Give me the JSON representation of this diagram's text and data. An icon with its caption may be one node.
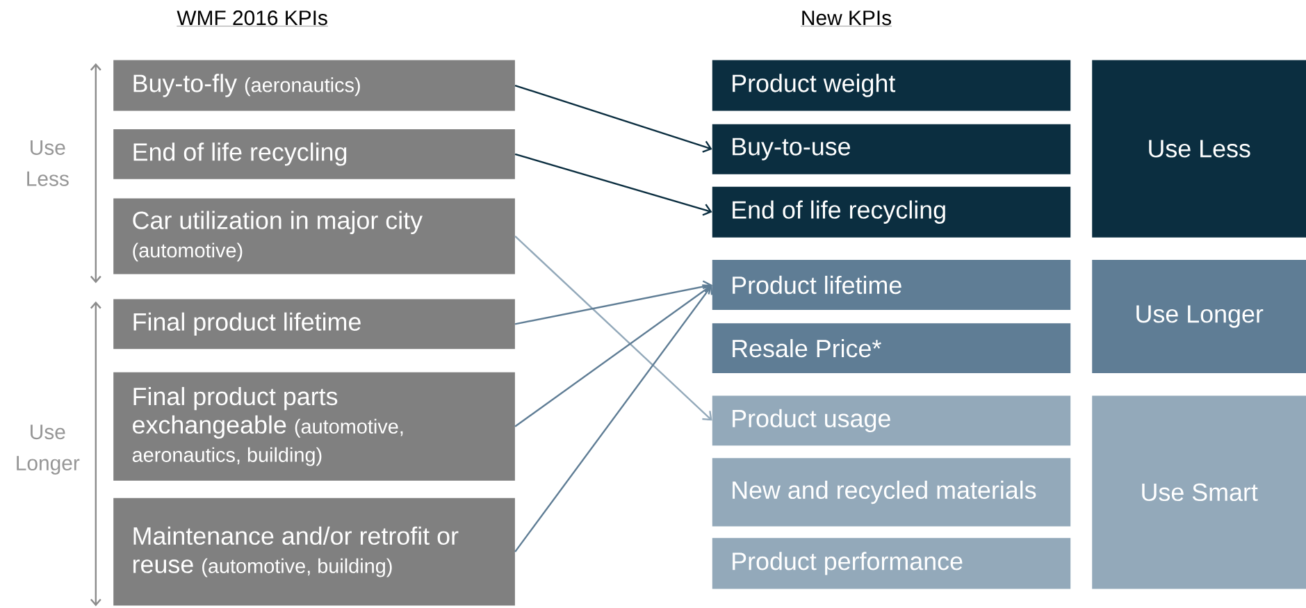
{
  "diagram": {
    "nodes": [
      {
        "text": [
          "Buy-to-fly",
          "(aeronautics)"
        ]
      },
      {
        "text": [
          "End of life recycling"
        ]
      },
      {
        "text": [
          "Car utilization in major city",
          "(automotive)"
        ]
      },
      {
        "text": [
          "Final product lifetime"
        ]
      },
      {
        "text": [
          "Final product parts exchangeable",
          "(automotive, aeronautics, building)"
        ]
      },
      {
        "text": [
          "Maintenance and/or retrofit or reuse",
          "(automotive, building)"
        ]
      },
      {
        "text": [
          "Product weight"
        ]
      },
      {
        "text": [
          "Buy-to-use"
        ]
      },
      {
        "text": [
          "End of life recycling"
        ]
      },
      {
        "text": [
          "Product lifetime"
        ]
      },
      {
        "text": [
          "Resale Price*"
        ]
      },
      {
        "text": [
          "Product usage"
        ]
      },
      {
        "text": [
          "New and recycled materials"
        ]
      },
      {
        "text": [
          "Product performance"
        ]
      },
      {
        "text": [
          "Use Less"
        ]
      },
      {
        "text": [
          "Use Longer"
        ]
      },
      {
        "text": [
          "Use Smart"
        ]
      }
    ],
    "edges": [
      {
        "from": 0,
        "to": 7,
        "arrow": "to",
        "color": "#0b2e40"
      },
      {
        "from": 1,
        "to": 8,
        "arrow": "to",
        "color": "#0b2e40"
      },
      {
        "from": 2,
        "to": 11,
        "arrow": "to",
        "color": "#93a9ba"
      },
      {
        "from": 3,
        "to": 9,
        "arrow": "to"
      },
      {
        "from": 4,
        "to": 9,
        "arrow": "to"
      },
      {
        "from": 5,
        "to": 9,
        "arrow": "to"
      }
    ],
    "labels": [
      "WMF 2016 KPIs",
      "New KPIs",
      "Use Less",
      "Use Longer"
    ]
  }
}
